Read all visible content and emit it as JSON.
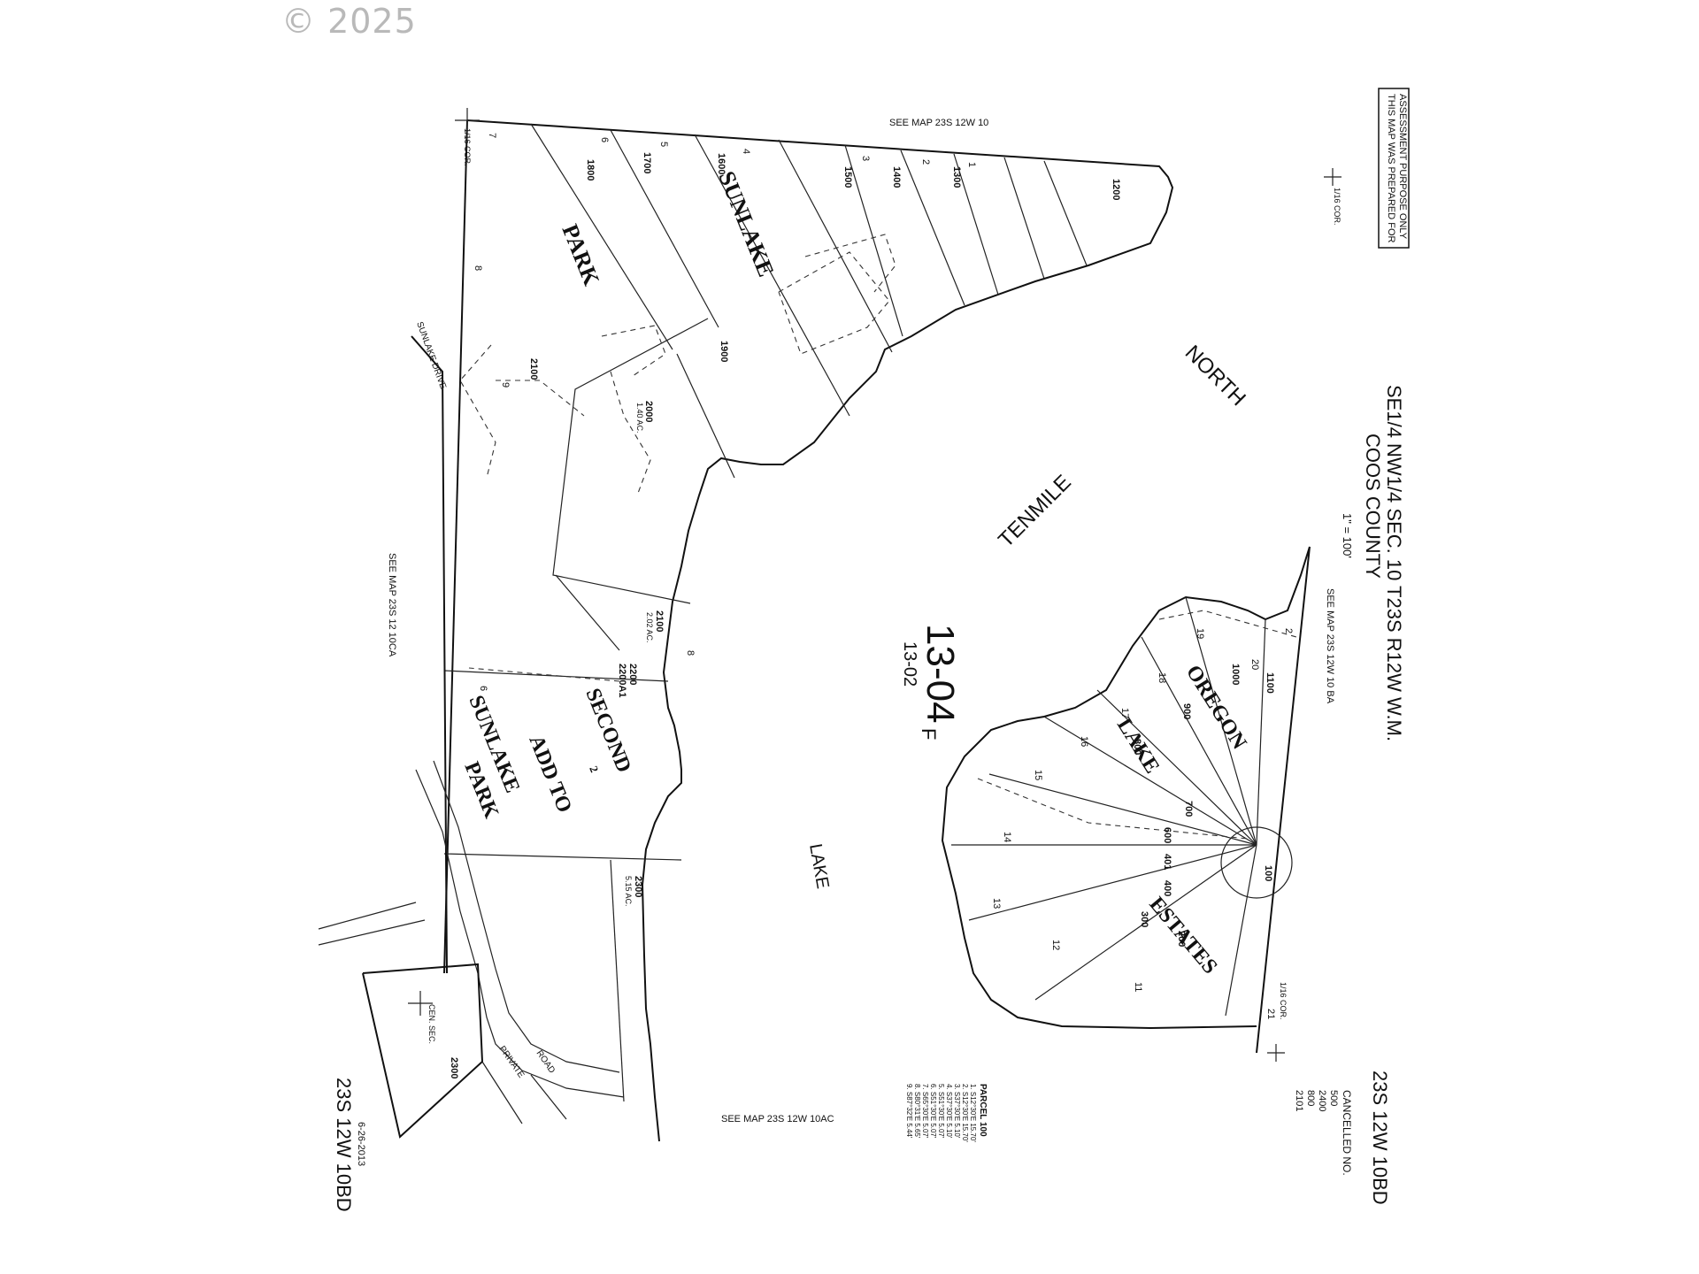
{
  "watermark": "© 2025",
  "disclaimer": [
    "THIS MAP WAS PREPARED FOR",
    "ASSESSMENT PURPOSE ONLY"
  ],
  "title": {
    "line1": "SE1/4 NW1/4 SEC. 10 T23S R12W W.M.",
    "line2": "COOS COUNTY",
    "scale": "1\" = 100'"
  },
  "map_number": {
    "main": "13-04",
    "suffix": "F",
    "sub": "13-02"
  },
  "references": {
    "top": "SEE MAP 23S 12W 10",
    "bottom": "SEE MAP 23S 12W 10AC",
    "left": "SEE MAP 23S 12 10CA",
    "right": "SEE MAP 23S 12W 10 BA"
  },
  "corners": {
    "nw": "1/16 COR.",
    "ne": "1/16 COR.",
    "se": "1/16 COR.",
    "center": "CEN. SEC."
  },
  "subdivisions": {
    "sunlake_park": [
      "SUNLAKE",
      "PARK"
    ],
    "second_add": [
      "SECOND",
      "ADD TO",
      "SUNLAKE",
      "PARK"
    ],
    "second_add_num": "2",
    "oregon_lake_estates": [
      "OREGON",
      "LAKE",
      "ESTATES"
    ]
  },
  "water": {
    "north": "NORTH",
    "tenmile": "TENMILE",
    "lake": "LAKE"
  },
  "roads": {
    "sunlake_drive": "SUNLAKE DRIVE",
    "private_road": [
      "PRIVATE",
      "ROAD"
    ]
  },
  "parcels": [
    "1800",
    "1700",
    "1600",
    "1500",
    "1400",
    "1300",
    "1200",
    "1900",
    "2000",
    "2100",
    "2200",
    "2200A1",
    "2100",
    "2300",
    "2300",
    "1000",
    "1100",
    "900",
    "800",
    "700",
    "600",
    "401",
    "400",
    "300",
    "200",
    "100"
  ],
  "acreage": {
    "p2000": "1.40 AC.",
    "p2100": "2.02 AC.",
    "p2300": "5.15 AC."
  },
  "lot_numbers": [
    "7",
    "6",
    "5",
    "4",
    "3",
    "2",
    "1",
    "8",
    "9",
    "6",
    "8",
    "2",
    "21",
    "20",
    "19",
    "18",
    "17",
    "16",
    "15",
    "14",
    "13",
    "12",
    "11"
  ],
  "footer": {
    "map_id": "23S 12W 10BD",
    "date": "6-26-2013",
    "cancelled_title": "CANCELLED NO.",
    "cancelled_list": [
      "500",
      "2400",
      "800",
      "2101"
    ],
    "map_id_right": "23S 12W 10BD"
  },
  "parcel_table": {
    "title": "PARCEL 100",
    "rows": [
      "1. S12°30'E 15.70'",
      "2. S12°30'E 15.70'",
      "3. S37°30'E 5.10'",
      "4. S37°30'E 5.10'",
      "5. S51°30'E 5.07'",
      "6. S51°30'E 5.07'",
      "7. S65°30'E 5.07'",
      "8. S80°31'E 5.65'",
      "9. S87°32'E 5.44'"
    ]
  }
}
